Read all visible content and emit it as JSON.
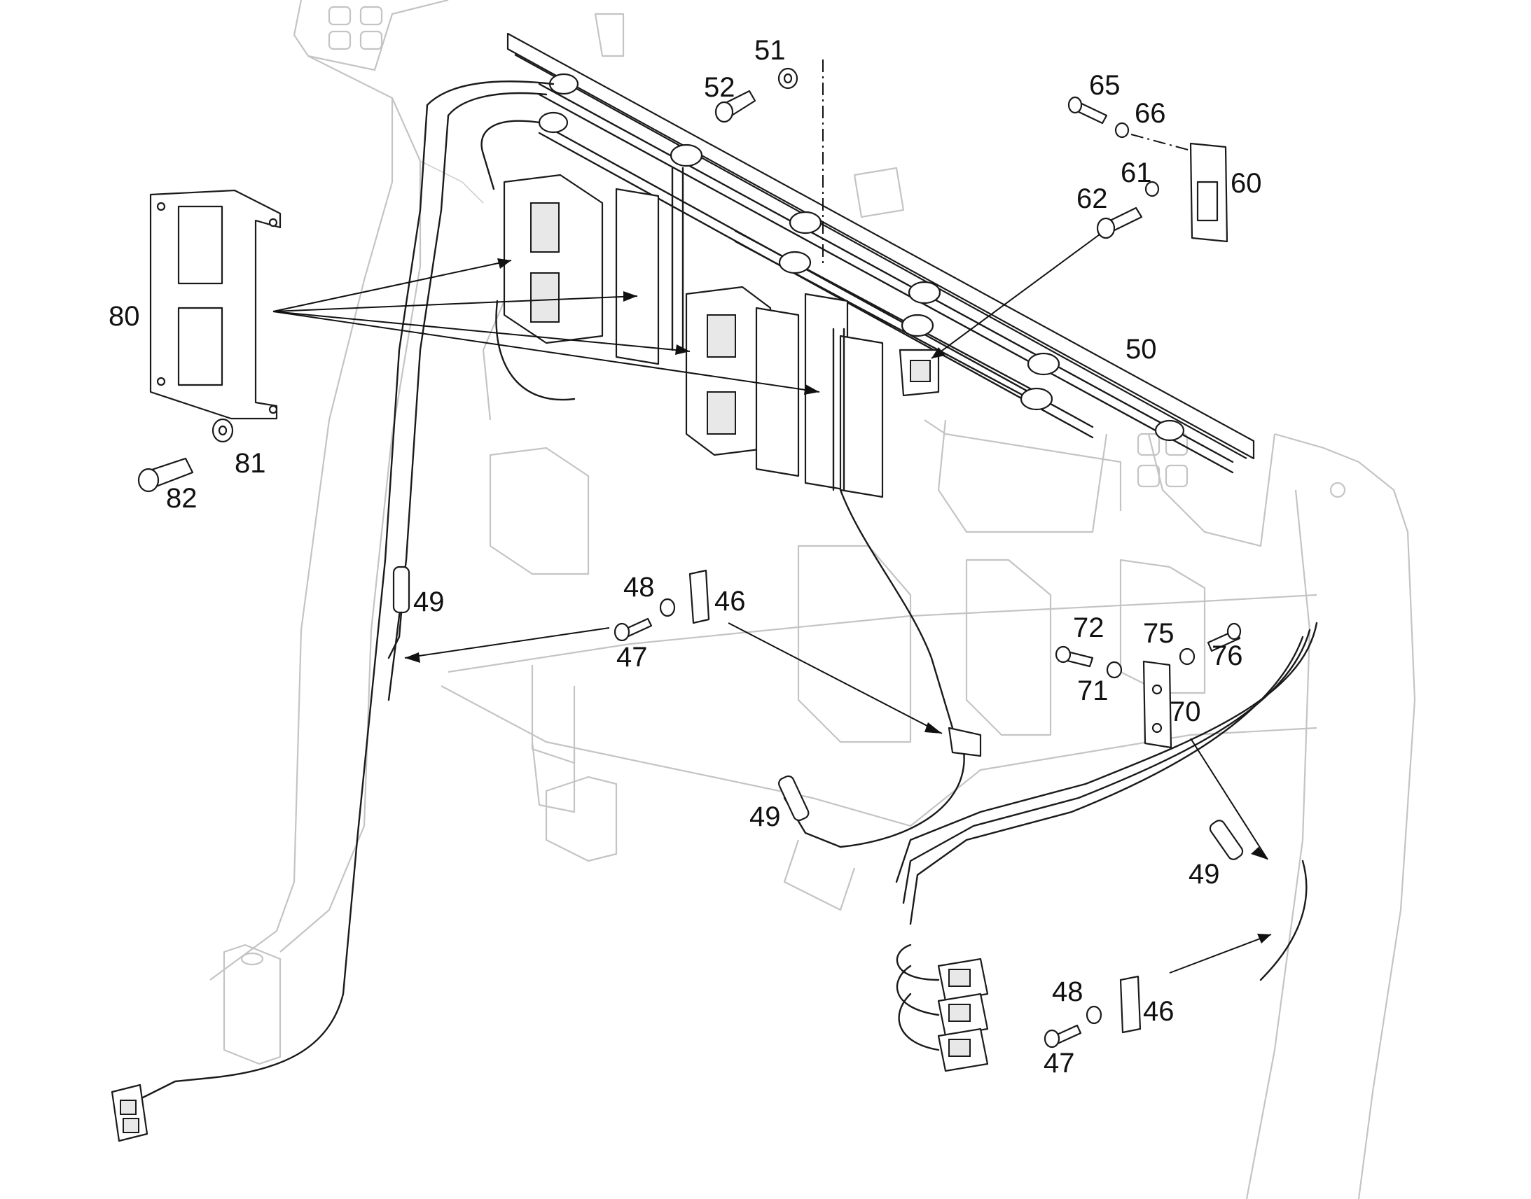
{
  "callouts": [
    {
      "id": "51",
      "text": "51"
    },
    {
      "id": "52",
      "text": "52"
    },
    {
      "id": "65",
      "text": "65"
    },
    {
      "id": "66",
      "text": "66"
    },
    {
      "id": "61",
      "text": "61"
    },
    {
      "id": "62",
      "text": "62"
    },
    {
      "id": "60",
      "text": "60"
    },
    {
      "id": "50",
      "text": "50"
    },
    {
      "id": "80",
      "text": "80"
    },
    {
      "id": "81",
      "text": "81"
    },
    {
      "id": "82",
      "text": "82"
    },
    {
      "id": "49a",
      "text": "49"
    },
    {
      "id": "48a",
      "text": "48"
    },
    {
      "id": "46a",
      "text": "46"
    },
    {
      "id": "47a",
      "text": "47"
    },
    {
      "id": "72",
      "text": "72"
    },
    {
      "id": "75",
      "text": "75"
    },
    {
      "id": "76",
      "text": "76"
    },
    {
      "id": "71",
      "text": "71"
    },
    {
      "id": "70",
      "text": "70"
    },
    {
      "id": "49b",
      "text": "49"
    },
    {
      "id": "49c",
      "text": "49"
    },
    {
      "id": "48b",
      "text": "48"
    },
    {
      "id": "46b",
      "text": "46"
    },
    {
      "id": "47b",
      "text": "47"
    }
  ]
}
